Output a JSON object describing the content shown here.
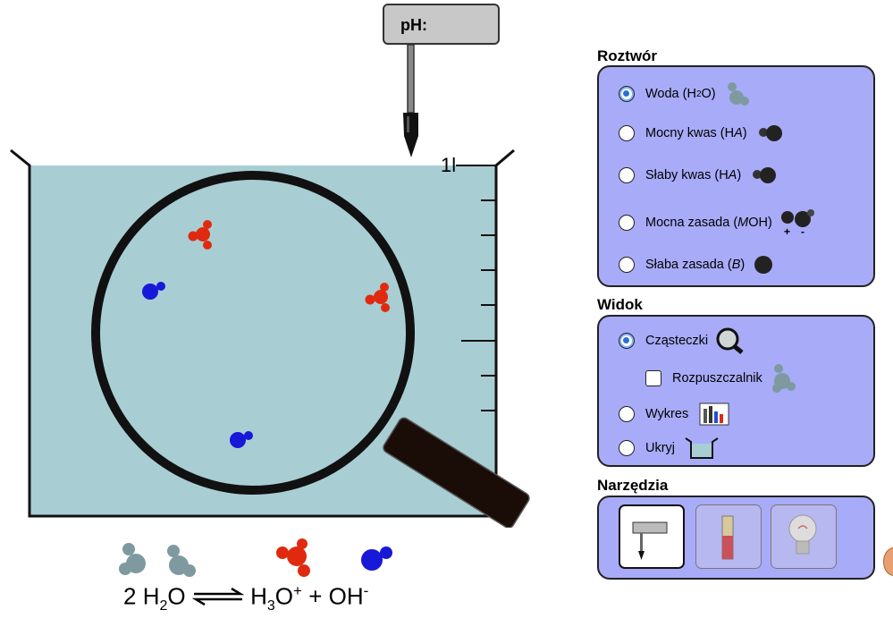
{
  "ph_meter": {
    "label": "pH:",
    "value": ""
  },
  "beaker": {
    "volume_label": "1l"
  },
  "equation": {
    "coef": "2",
    "reactant": "H",
    "reactant_sub": "2",
    "reactant_tail": "O",
    "product1": "H",
    "product1_sub": "3",
    "product1_tail": "O",
    "product1_sup": "+",
    "plus": "+",
    "product2": "OH",
    "product2_sup": "-"
  },
  "solution_panel": {
    "title": "Roztwór",
    "options": [
      {
        "label": "Woda (H",
        "sub": "2",
        "tail": "O)",
        "selected": true,
        "icon": "water-molecule-icon"
      },
      {
        "label": "Mocny kwas (H",
        "italic": "A",
        "tail": ")",
        "selected": false,
        "icon": "strong-acid-molecule-icon"
      },
      {
        "label": "Słaby kwas (H",
        "italic": "A",
        "tail": ")",
        "selected": false,
        "icon": "weak-acid-molecule-icon"
      },
      {
        "label": "Mocna zasada (",
        "italic": "M",
        "tail": "OH)",
        "selected": false,
        "icon": "strong-base-molecule-icon"
      },
      {
        "label": "Słaba zasada (",
        "italic": "B",
        "tail": ")",
        "selected": false,
        "icon": "weak-base-molecule-icon"
      }
    ]
  },
  "view_panel": {
    "title": "Widok",
    "options": [
      {
        "label": "Cząsteczki",
        "selected": true,
        "icon": "magnifier-icon"
      },
      {
        "label": "Rozpuszczalnik",
        "checked": false,
        "icon": "water-molecule-icon"
      },
      {
        "label": "Wykres",
        "selected": false,
        "icon": "bar-graph-icon"
      },
      {
        "label": "Ukryj",
        "selected": false,
        "icon": "beaker-icon"
      }
    ]
  },
  "tools_panel": {
    "title": "Narzędzia",
    "tools": [
      {
        "name": "ph-meter-tool",
        "selected": true
      },
      {
        "name": "ph-paper-tool",
        "selected": false
      },
      {
        "name": "conductivity-tool",
        "selected": false
      }
    ]
  },
  "colors": {
    "solution": "#a8ced4",
    "panel": "#a8abf8",
    "hydronium": "#e02a10",
    "hydroxide": "#1818d8",
    "water": "#8aa3a8"
  }
}
